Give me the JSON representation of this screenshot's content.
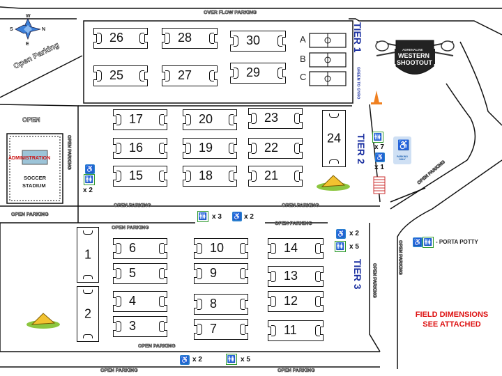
{
  "compass": {
    "n": "N",
    "s": "S",
    "e": "E",
    "w": "W"
  },
  "parking": {
    "top": "OVER FLOW PARKING",
    "open_diag": "Open Parking",
    "open_left": "OPEN",
    "open_mid_left": "OPEN PARKING",
    "open_mid_right": "OPEN PARKING",
    "open_row3_left": "OPEN PARKING",
    "open_row3_right": "OPEN PARKING",
    "open_left_bottom": "OPEN PARKING",
    "open_bottom_mid": "OPEN PARKING",
    "open_very_bottom_left": "OPEN PARKING",
    "open_very_bottom_right": "OPEN PARKING",
    "open_vertical_left": "OPEN PARKING",
    "open_vertical_tier3": "OPEN PARKING",
    "open_vertical_right": "OPEN PARKING",
    "open_diag_right": "OPEN PARKING"
  },
  "stadium": {
    "admin": "ADMINISTRATION",
    "name_line1": "SOCCER",
    "name_line2": "STADIUM"
  },
  "tiers": {
    "tier1": "TIER 1",
    "tier1_sub": "GREEN TO GYRO",
    "tier2": "TIER 2",
    "tier3": "TIER 3"
  },
  "logo": {
    "line1": "ADRENALINE",
    "line2": "WESTERN",
    "line3": "SHOOTOUT"
  },
  "parking_only": "PARKING ONLY",
  "legend": {
    "text": "- PORTA POTTY"
  },
  "notes": {
    "line1": "FIELD DIMENSIONS",
    "line2": "SEE ATTACHED"
  },
  "amenities": {
    "left_count": "x 2",
    "mid_wc_count": "x 3",
    "mid_hc_count": "x 2",
    "tier2_wc_count": "x 7",
    "tier2_hc_count": "x 1",
    "tier3_hc_count": "x 2",
    "tier3_wc_count": "x 5",
    "bottom_hc_count": "x 2",
    "bottom_wc_count": "x 5"
  },
  "fields": {
    "f26": "26",
    "f28": "28",
    "f30": "30",
    "f25": "25",
    "f27": "27",
    "f29": "29",
    "fA": "A",
    "fB": "B",
    "fC": "C",
    "f17": "17",
    "f20": "20",
    "f23": "23",
    "f16": "16",
    "f19": "19",
    "f22": "22",
    "f15": "15",
    "f18": "18",
    "f21": "21",
    "f24": "24",
    "f1": "1",
    "f2": "2",
    "f6": "6",
    "f5": "5",
    "f4": "4",
    "f3": "3",
    "f10": "10",
    "f9": "9",
    "f8": "8",
    "f7": "7",
    "f14": "14",
    "f13": "13",
    "f12": "12",
    "f11": "11"
  }
}
